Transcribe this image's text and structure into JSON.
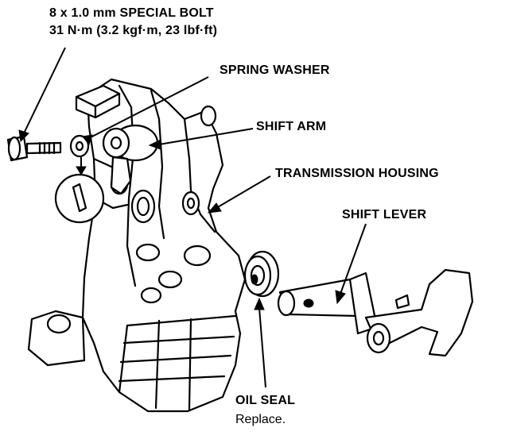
{
  "diagram": {
    "bolt_spec_line1": "8 x 1.0 mm SPECIAL BOLT",
    "bolt_spec_line2": "31 N·m (3.2 kgf·m, 23 lbf·ft)",
    "spring_washer": "SPRING WASHER",
    "shift_arm": "SHIFT ARM",
    "transmission_housing": "TRANSMISSION HOUSING",
    "shift_lever": "SHIFT LEVER",
    "oil_seal": "OIL SEAL",
    "oil_seal_note": "Replace."
  }
}
